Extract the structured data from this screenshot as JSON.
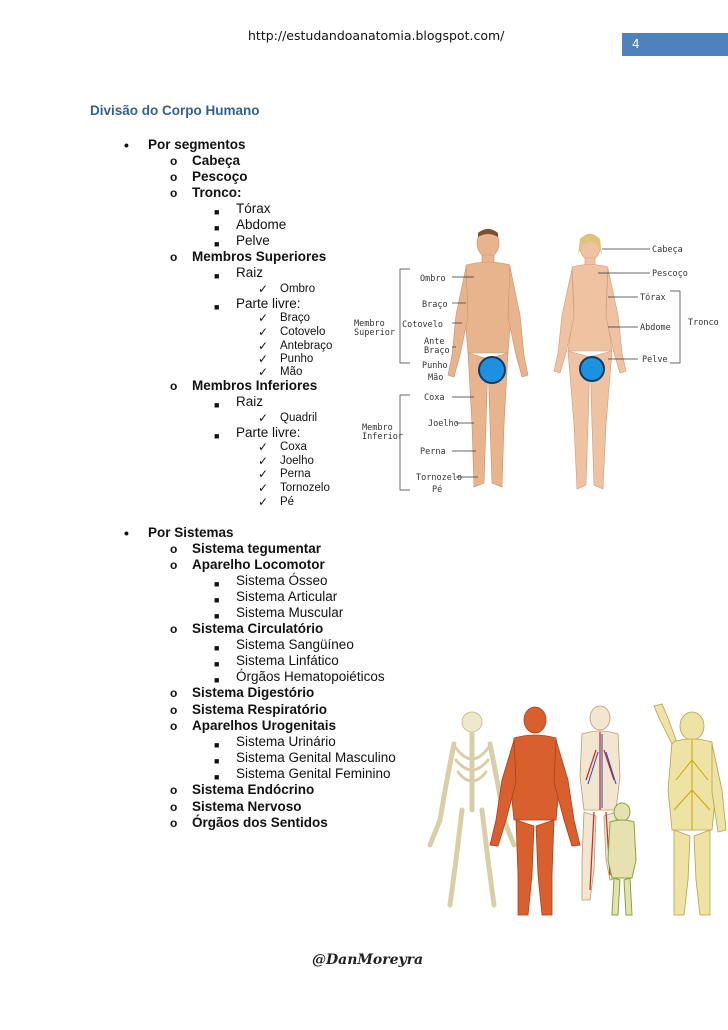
{
  "header": {
    "url": "http://estudandoanatomia.blogspot.com/",
    "page_number": "4",
    "badge_color": "#4f81bd"
  },
  "section_title": "Divisão do Corpo Humano",
  "segments": {
    "label": "Por segmentos",
    "cabeca": "Cabeça",
    "pescoco": "Pescoço",
    "tronco": "Tronco:",
    "torax": "Tórax",
    "abdome": "Abdome",
    "pelve": "Pelve",
    "membros_superiores": "Membros Superiores",
    "ms_raiz": "Raiz",
    "ombro": "Ombro",
    "ms_parte_livre": "Parte livre:",
    "braco": "Braço",
    "cotovelo": "Cotovelo",
    "antebraco": "Antebraço",
    "punho": "Punho",
    "mao": "Mão",
    "membros_inferiores": "Membros Inferiores",
    "mi_raiz": "Raiz",
    "quadril": "Quadril",
    "mi_parte_livre": "Parte livre:",
    "coxa": "Coxa",
    "joelho": "Joelho",
    "perna": "Perna",
    "tornozelo": "Tornozelo",
    "pe": "Pé"
  },
  "systems": {
    "label": "Por Sistemas",
    "tegumentar": "Sistema tegumentar",
    "locomotor": "Aparelho Locomotor",
    "osseo": "Sistema Ósseo",
    "articular": "Sistema Articular",
    "muscular": "Sistema Muscular",
    "circulatorio": "Sistema Circulatório",
    "sanguineo": "Sistema Sangüíneo",
    "linfatico": "Sistema Linfático",
    "hematopoieticos": "Órgãos Hematopoiéticos",
    "digestorio": "Sistema Digestório",
    "respiratorio": "Sistema Respiratório",
    "urogenitais": "Aparelhos Urogenitais",
    "urinario": "Sistema Urinário",
    "genital_masculino": "Sistema Genital Masculino",
    "genital_feminino": "Sistema Genital Feminino",
    "endocrino": "Sistema Endócrino",
    "nervoso": "Sistema Nervoso",
    "sentidos": "Órgãos dos Sentidos"
  },
  "body_figure": {
    "labels": {
      "cabeca": "Cabeça",
      "pescoco": "Pescoço",
      "torax": "Tórax",
      "abdome": "Abdome",
      "pelve": "Pelve",
      "tronco": "Tronco",
      "ombro": "Ombro",
      "braco": "Braço",
      "cotovelo": "Cotovelo",
      "ante": "Ante",
      "ante_braco": "Braço",
      "punho": "Punho",
      "mao": "Mão",
      "membro_sup_1": "Membro",
      "membro_sup_2": "Superior",
      "coxa": "Coxa",
      "joelho": "Joelho",
      "perna": "Perna",
      "tornozelo": "Tornozelo",
      "pe": "Pé",
      "membro_inf_1": "Membro",
      "membro_inf_2": "Inferior"
    }
  },
  "footer": {
    "signature": "@DanMoreyra"
  }
}
